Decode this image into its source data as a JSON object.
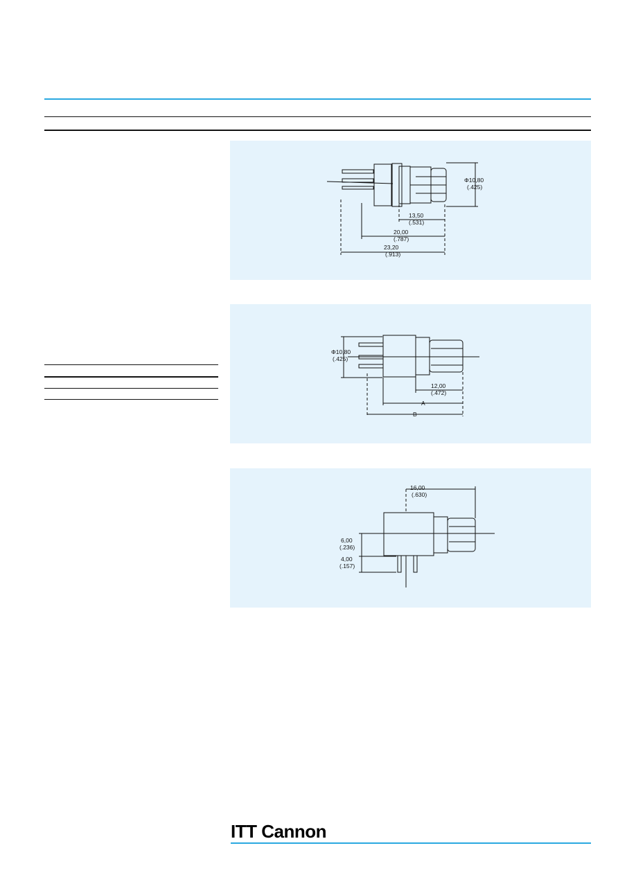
{
  "colors": {
    "accent": "#29a8e0",
    "panel": "#e5f3fc",
    "ink": "#111111"
  },
  "drawings": [
    {
      "dims": [
        {
          "main": "Φ10,80",
          "sub": "(.425)"
        },
        {
          "main": "13,50",
          "sub": "(.531)"
        },
        {
          "main": "20,00",
          "sub": "(.787)"
        },
        {
          "main": "23,20",
          "sub": "(.913)"
        }
      ]
    },
    {
      "dims": [
        {
          "main": "Φ10,80",
          "sub": "(.425)"
        },
        {
          "main": "12,00",
          "sub": "(.472)"
        },
        {
          "main": "A"
        },
        {
          "main": "B"
        }
      ]
    },
    {
      "dims": [
        {
          "main": "16,00",
          "sub": "(.630)"
        },
        {
          "main": "6,00",
          "sub": "(.236)"
        },
        {
          "main": "4,00",
          "sub": "(.157)"
        }
      ]
    }
  ],
  "brand": {
    "logo_text": "ITT Cannon"
  }
}
